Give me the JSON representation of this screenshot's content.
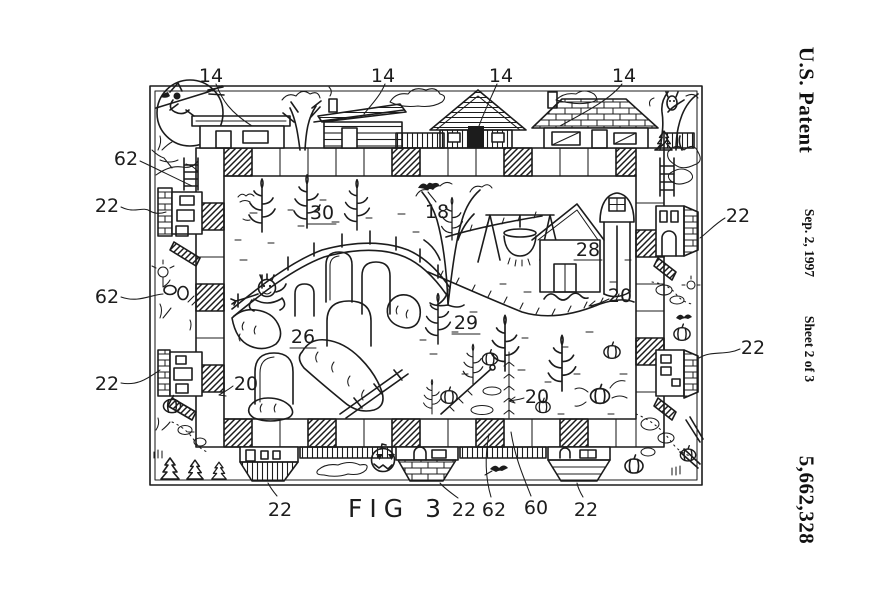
{
  "page": {
    "paper_color": "#ffffff",
    "ink_color": "#1c1c1c"
  },
  "header": {
    "title": "U.S. Patent",
    "date": "Sep. 2, 1997",
    "sheet": "Sheet 2 of 3",
    "patent_number": "5,662,328"
  },
  "figure": {
    "caption": "FIG 3",
    "labels": {
      "house_1": "14",
      "house_2": "14",
      "house_3": "14",
      "house_4": "14",
      "left_bridge_62": "62",
      "left_building_top_22": "22",
      "left_tokens_62": "62",
      "left_building_bottom_22": "22",
      "right_building_top_22": "22",
      "right_building_bottom_22": "22",
      "field_30": "30",
      "bat_18": "18",
      "barn_28": "28",
      "snake_20": "20",
      "grave_26": "26",
      "corn_29": "29",
      "grave_20": "20",
      "corn_20": "20",
      "bottom_building_a_22": "22",
      "bottom_building_b_22": "22",
      "bottom_square_62": "62",
      "bottom_square_60": "60",
      "bottom_building_c_22": "22"
    }
  }
}
